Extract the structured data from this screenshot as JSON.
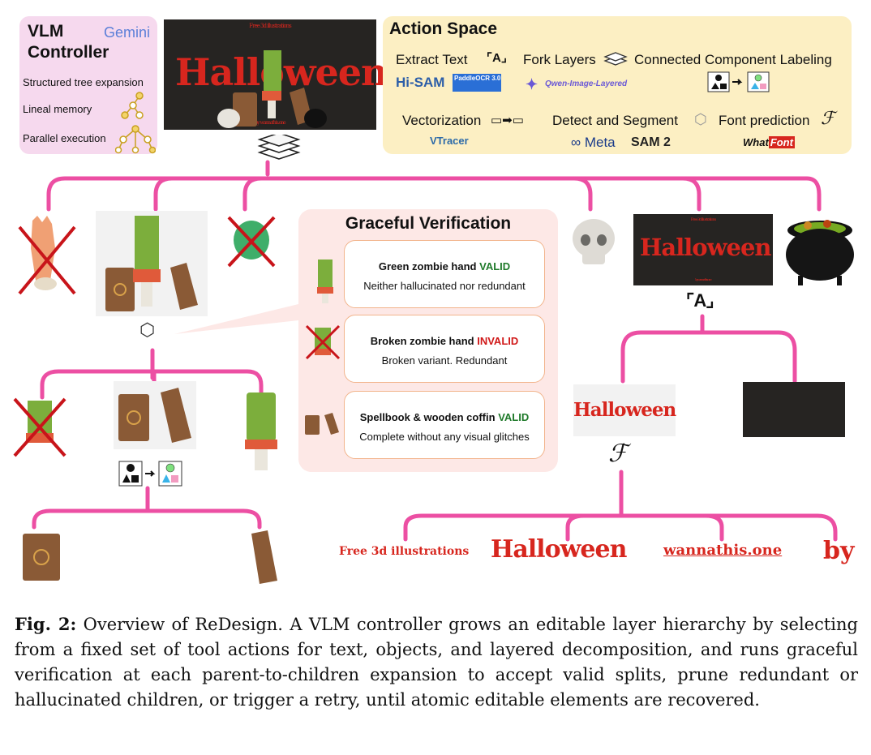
{
  "vlm_controller": {
    "title_line1": "VLM",
    "title_line2": "Controller",
    "model": "Gemini",
    "items": [
      "Structured tree expansion",
      "Lineal memory",
      "Parallel execution"
    ]
  },
  "action_space": {
    "title": "Action Space",
    "actions": [
      {
        "label": "Extract Text",
        "icon": "text-extract-icon"
      },
      {
        "label": "Fork Layers",
        "icon": "layers-icon"
      },
      {
        "label": "Connected Component Labeling",
        "icon": "shapes-transform-icon"
      },
      {
        "label": "Vectorization",
        "icon": "image-to-vector-icon"
      },
      {
        "label": "Detect and Segment",
        "icon": "3d-box-detect-icon"
      },
      {
        "label": "Font prediction",
        "icon": "font-script-F-icon"
      }
    ],
    "tools": [
      "Hi-SAM",
      "PaddleOCR 3.0",
      "Qwen-Image-Layered",
      "VTracer",
      "Meta",
      "SAM 2",
      "What",
      "Font"
    ]
  },
  "poster": {
    "top_text": "Free 3d illustrations",
    "title": "Halloween",
    "bottom_text": "by wannathis.one"
  },
  "verification": {
    "title": "Graceful Verification",
    "cards": [
      {
        "name": "Green zombie hand",
        "status": "VALID",
        "note": "Neither hallucinated nor redundant"
      },
      {
        "name": "Broken zombie hand",
        "status": "INVALID",
        "note": "Broken variant. Redundant"
      },
      {
        "name": "Spellbook & wooden coffin",
        "status": "VALID",
        "note": "Complete without any visual glitches"
      }
    ]
  },
  "leaf_words": [
    "Free 3d illustrations",
    "Halloween",
    "wannathis.one",
    "by"
  ],
  "caption": {
    "label": "Fig. 2:",
    "text": "Overview of ReDesign. A VLM controller grows an editable layer hierarchy by selecting from a fixed set of tool actions for text, objects, and layered decomposition, and runs graceful verification at each parent-to-children expansion to accept valid splits, prune redundant or hallucinated children, or trigger a retry, until atomic editable elements are recovered."
  },
  "colors": {
    "tree_line": "#ec4fa3",
    "red": "#d7261e",
    "valid": "#1f7a2a",
    "invalid": "#d01818"
  }
}
